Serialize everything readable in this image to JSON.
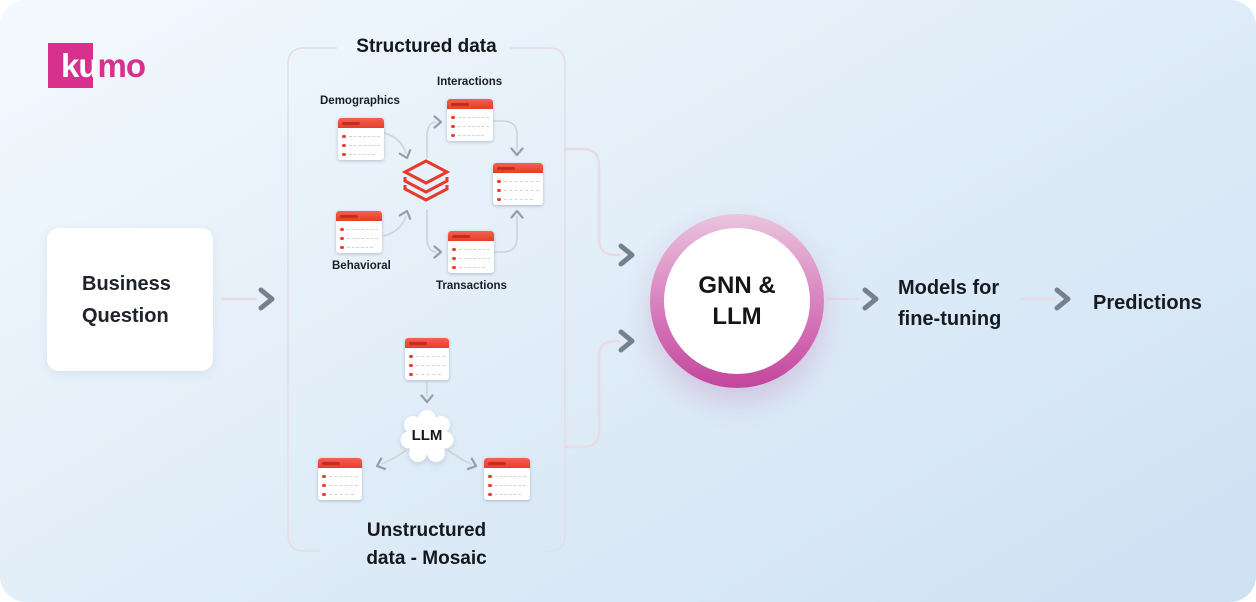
{
  "header": {
    "logo_ku": "ku",
    "logo_mo": "mo"
  },
  "flow": {
    "business_question": {
      "line1": "Business",
      "line2": "Question"
    },
    "gnn_llm": {
      "line1": "GNN &",
      "line2": "LLM"
    },
    "models": {
      "line1": "Models for",
      "line2": "fine-tuning"
    },
    "predictions": {
      "label": "Predictions"
    }
  },
  "structured_section": {
    "title": "Structured data",
    "table_labels": {
      "demographics": "Demographics",
      "interactions": "Interactions",
      "behavioral": "Behavioral",
      "transactions": "Transactions"
    }
  },
  "unstructured_section": {
    "llm_label": "LLM",
    "caption_line1": "Unstructured",
    "caption_line2": "data - Mosaic"
  },
  "icons": {
    "databricks": "databricks-stack-icon",
    "llm_blob": "llm-cloud-shape",
    "arrows": "chevron-right-arrow"
  },
  "colors": {
    "brand_pink": "#d7308d",
    "table_red": "#e8402f",
    "table_header_gradient": [
      "#f4614e",
      "#e63d2b"
    ],
    "ring_gradient_top": "#eac4de",
    "ring_gradient_bottom": "#c3459c",
    "arrow_chevron_gray": "#76808e",
    "connector_light_pink": "#e8dce2",
    "connector_inner_gray": "#ccd3db",
    "section_border": "#e7dce1",
    "background_top": "#f3f9fe",
    "background_bottom": "#cde1f3"
  }
}
